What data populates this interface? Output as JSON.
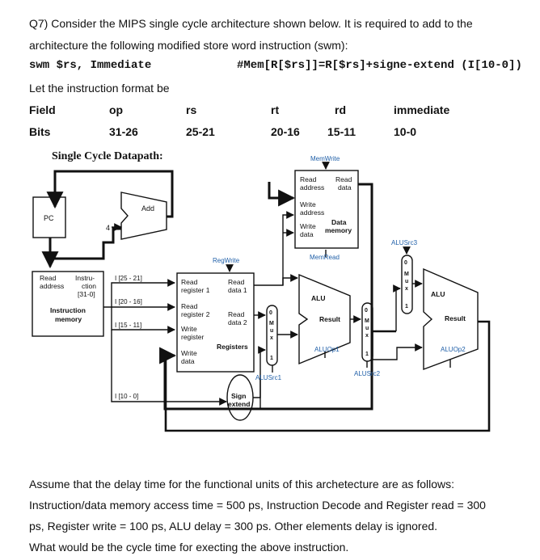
{
  "question": {
    "line1": "Q7) Consider the MIPS single cycle architecture shown below. It is required to add to the",
    "line2": "architecture the following modified store word instruction (swm):",
    "syntax": "swm $rs, Immediate",
    "semantics": "#Mem[R[$rs]]=R[$rs]+signe-extend (I[10-0])",
    "format_intro": "Let the instruction format be"
  },
  "format_table": {
    "row_labels": [
      "Field",
      "Bits"
    ],
    "fields": [
      "op",
      "rs",
      "rt",
      "rd",
      "immediate"
    ],
    "bits": [
      "31-26",
      "25-21",
      "20-16",
      "15-11",
      "10-0"
    ]
  },
  "diagram": {
    "caption": "Single Cycle Datapath:",
    "pc": "PC",
    "add": "Add",
    "four": "4",
    "imem": {
      "read": "Read",
      "address": "address",
      "instr1": "Instru-",
      "instr2": "ction",
      "instr3": "[31-0]",
      "title1": "Instruction",
      "title2": "memory"
    },
    "fields": {
      "f1": "I [25 - 21]",
      "f2": "I [20 - 16]",
      "f3": "I [15 - 11]",
      "f4": "I [10 - 0]"
    },
    "regwrite": "RegWrite",
    "regs": {
      "rr1a": "Read",
      "rr1b": "register 1",
      "rd1a": "Read",
      "rd1b": "data 1",
      "rr2a": "Read",
      "rr2b": "register 2",
      "rd2a": "Read",
      "rd2b": "data 2",
      "wra": "Write",
      "wrb": "register",
      "wda": "Write",
      "wdb": "data",
      "title": "Registers"
    },
    "sign": {
      "a": "Sign",
      "b": "extend"
    },
    "memwrite": "MemWrite",
    "memread": "MemRead",
    "dmem": {
      "ra1": "Read",
      "ra2": "address",
      "rd1": "Read",
      "rd2": "data",
      "wa1": "Write",
      "wa2": "address",
      "wd1": "Write",
      "wd2": "data",
      "t1": "Data",
      "t2": "memory"
    },
    "alu1": {
      "name": "ALU",
      "result": "Result",
      "ctrl": "ALUOp1"
    },
    "alu2": {
      "name": "ALU",
      "result": "Result",
      "ctrl": "ALUOp2"
    },
    "alusrc1": "ALUSrc1",
    "alusrc2": "ALUSrc2",
    "alusrc3": "ALUSrc3",
    "mux_top": "0",
    "mux_letters": [
      "M",
      "u",
      "x"
    ],
    "mux_bottom": "1"
  },
  "assumptions": {
    "line1": "Assume that the delay time for the functional units of this archetecture are as follows:",
    "line2": "Instruction/data memory access time = 500 ps, Instruction Decode and Register read = 300",
    "line3": "ps, Register write = 100 ps, ALU delay = 300 ps. Other elements delay is ignored.",
    "line4": "What would be the cycle time for execting the above instruction."
  }
}
